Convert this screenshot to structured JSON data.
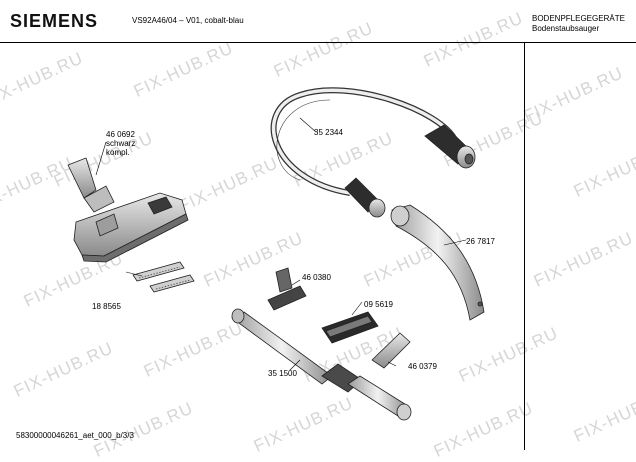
{
  "header": {
    "brand": "SIEMENS",
    "model": "VS92A46/04 – V01, cobalt-blau",
    "category": "BODENPFLEGEGERÄTE",
    "subcategory": "Bodenstaubsauger"
  },
  "parts": [
    {
      "number": "46 0692",
      "desc1": "schwarz",
      "desc2": "kompl."
    },
    {
      "number": "35 2344"
    },
    {
      "number": "26 7817"
    },
    {
      "number": "18 8565"
    },
    {
      "number": "46 0380"
    },
    {
      "number": "09 5619"
    },
    {
      "number": "35 1500"
    },
    {
      "number": "46 0379"
    }
  ],
  "footer": "58300000046261_aet_000_b/3/3",
  "watermark": "FIX-HUB.RU"
}
